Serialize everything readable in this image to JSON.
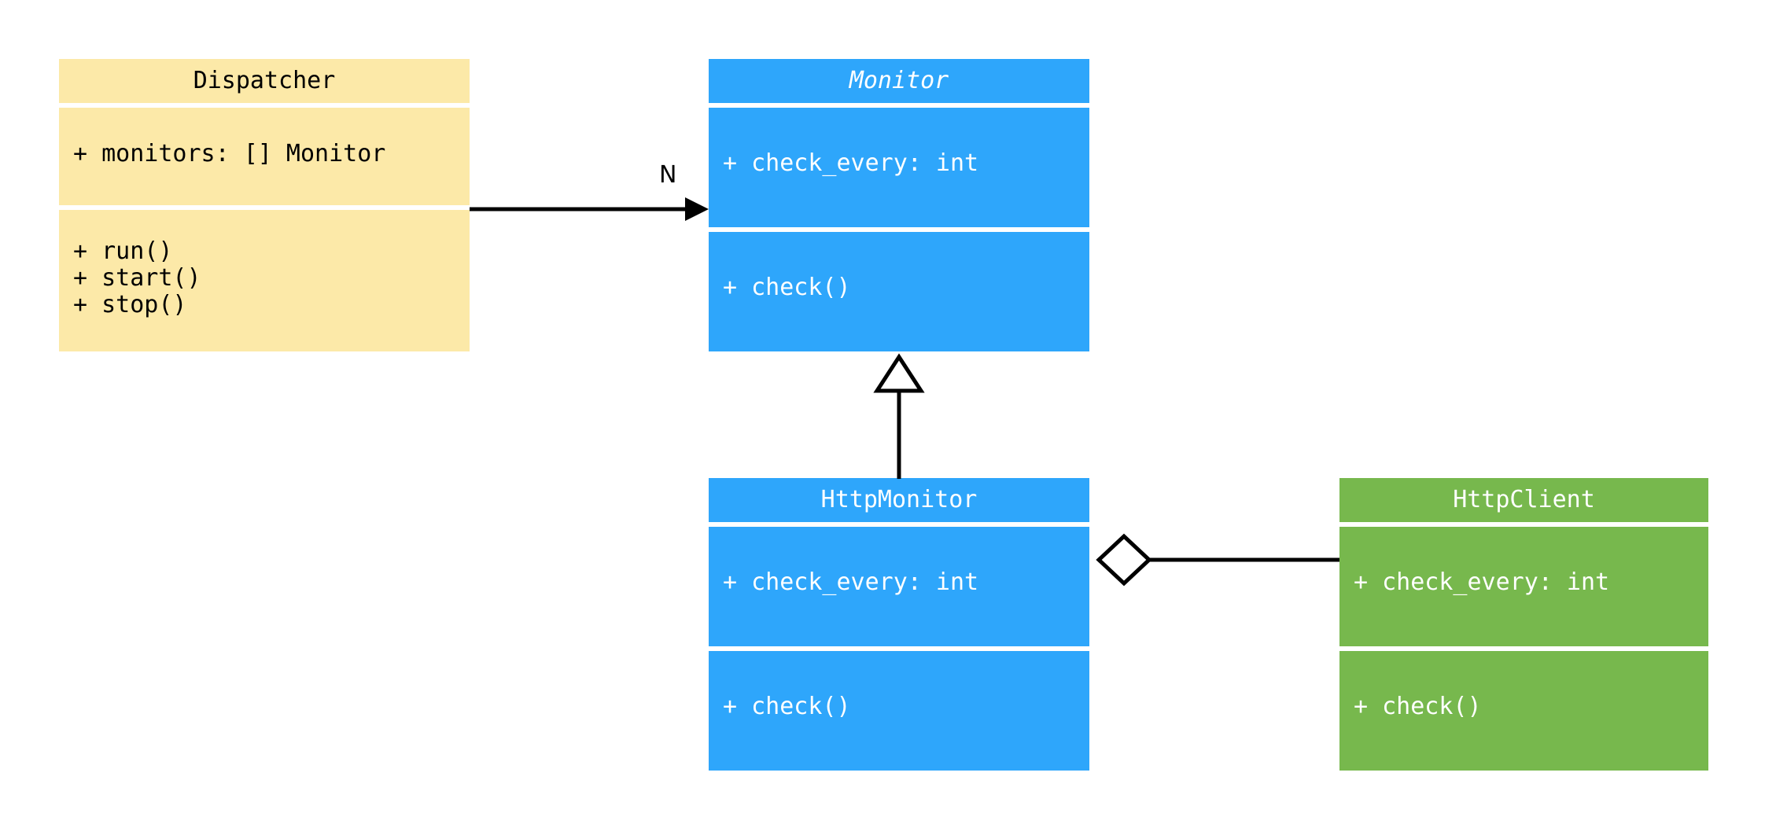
{
  "diagram": {
    "type": "uml-class-diagram",
    "background": "#ffffff",
    "classes": [
      {
        "id": "dispatcher",
        "name": "Dispatcher",
        "abstract": false,
        "fill": "#fce9a8",
        "text_color": "#000000",
        "attributes": [
          "+ monitors: [] Monitor"
        ],
        "methods": [
          "+ run()",
          "+ start()",
          "+ stop()"
        ]
      },
      {
        "id": "monitor",
        "name": "Monitor",
        "abstract": true,
        "fill": "#2ea6fb",
        "text_color": "#ffffff",
        "attributes": [
          "+ check_every: int"
        ],
        "methods": [
          "+ check()"
        ]
      },
      {
        "id": "http_monitor",
        "name": "HttpMonitor",
        "abstract": false,
        "fill": "#2ea6fb",
        "text_color": "#ffffff",
        "attributes": [
          "+ check_every: int"
        ],
        "methods": [
          "+ check()"
        ]
      },
      {
        "id": "http_client",
        "name": "HttpClient",
        "abstract": false,
        "fill": "#77b84d",
        "text_color": "#ffffff",
        "attributes": [
          "+ check_every: int"
        ],
        "methods": [
          "+ check()"
        ]
      }
    ],
    "relations": [
      {
        "id": "dispatcher-to-monitor",
        "from": "dispatcher",
        "to": "monitor",
        "kind": "association",
        "arrow": "filled-arrow",
        "label": "N"
      },
      {
        "id": "httpmonitor-to-monitor",
        "from": "http_monitor",
        "to": "monitor",
        "kind": "inheritance",
        "arrow": "hollow-triangle",
        "label": ""
      },
      {
        "id": "httpmonitor-to-httpclient",
        "from": "http_monitor",
        "to": "http_client",
        "kind": "aggregation",
        "arrow": "hollow-diamond",
        "label": ""
      }
    ]
  }
}
